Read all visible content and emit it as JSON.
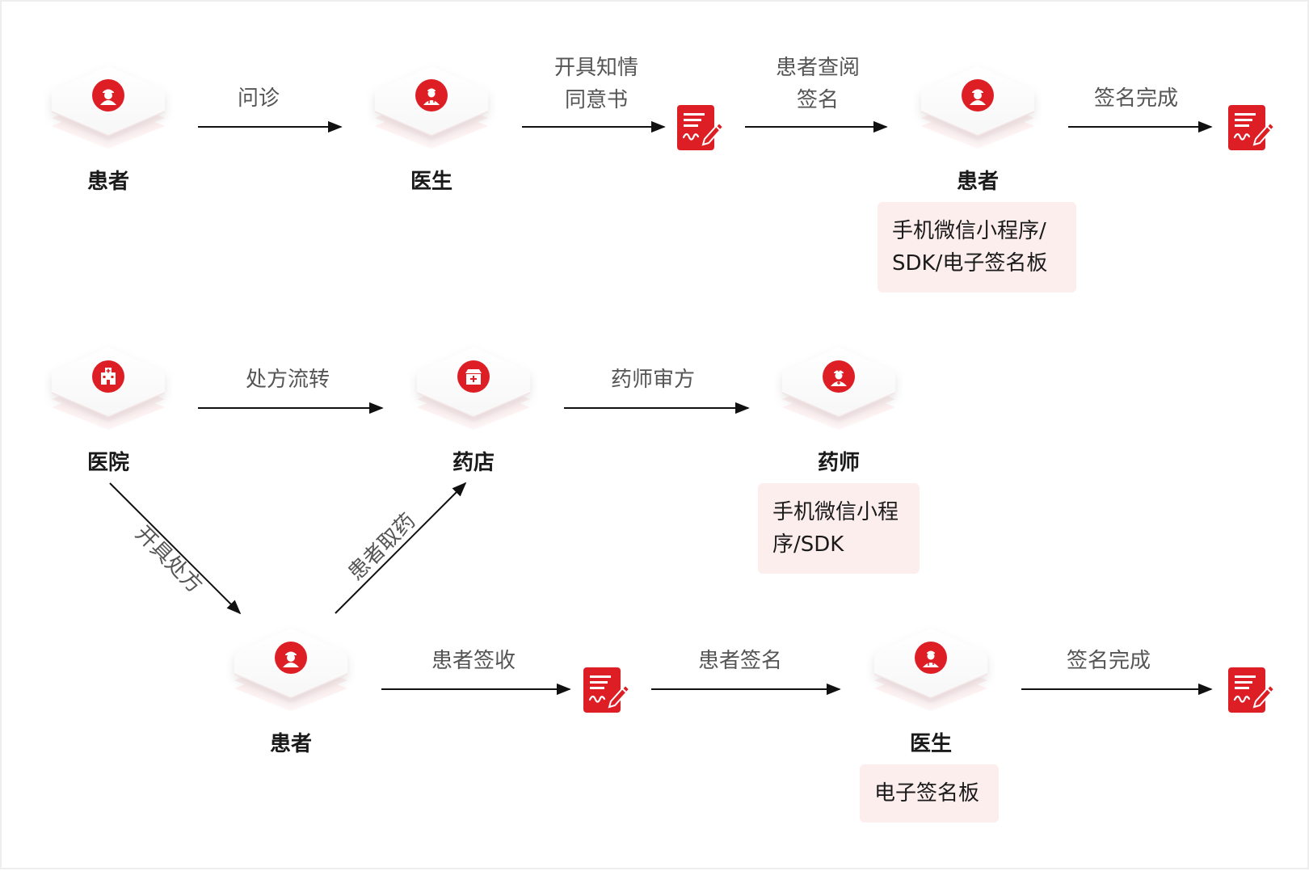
{
  "nodes": {
    "patient_1": "患者",
    "doctor_1": "医生",
    "patient_2": "患者",
    "hospital": "医院",
    "pharmacy": "药店",
    "pharmacist": "药师",
    "patient_3": "患者",
    "doctor_2": "医生"
  },
  "edges": {
    "consult": "问诊",
    "issue_consent_1": "开具知情",
    "issue_consent_2": "同意书",
    "review_sign_1": "患者查阅",
    "review_sign_2": "签名",
    "sign_done_1": "签名完成",
    "rx_transfer": "处方流转",
    "pharmacist_review": "药师审方",
    "issue_rx": "开具处方",
    "pickup": "患者取药",
    "patient_receive": "患者签收",
    "patient_sign": "患者签名",
    "sign_done_2": "签名完成"
  },
  "platforms": {
    "patient_2_line1": "手机微信小程序/",
    "patient_2_line2": "SDK/电子签名板",
    "pharmacist_line1": "手机微信小程",
    "pharmacist_line2": "序/SDK",
    "doctor_2_line1": "电子签名板"
  },
  "colors": {
    "accent": "#dd1f25",
    "platform_bg": "#fdeeee",
    "arrow": "#111111"
  },
  "icons": {
    "patient": "patient-icon",
    "doctor": "doctor-icon",
    "hospital": "hospital-icon",
    "pharmacy": "pharmacy-icon",
    "pharmacist": "pharmacist-icon",
    "document": "signed-document-icon"
  }
}
